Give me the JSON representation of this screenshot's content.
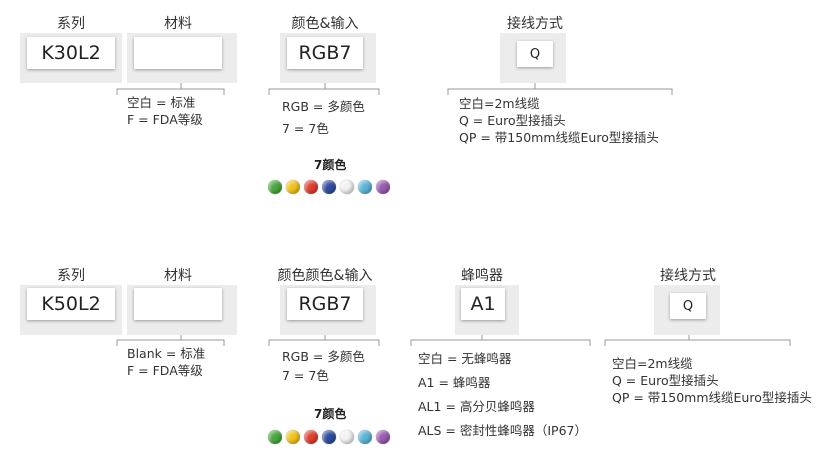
{
  "top": {
    "series": {
      "label": "系列",
      "value": "K30L2"
    },
    "material": {
      "label": "材料",
      "value": "",
      "options": [
        "空白 = 标准",
        "F = FDA等级"
      ]
    },
    "color": {
      "label": "颜色&输入",
      "value": "RGB7",
      "options": [
        "RGB = 多颜色",
        "7 = 7色"
      ]
    },
    "connection": {
      "label": "接线方式",
      "value": "Q",
      "options": [
        "空白=2m线缆",
        "Q = Euro型接插头",
        "QP = 带150mm线缆Euro型接插头"
      ]
    },
    "swatch": {
      "title": "7颜色",
      "colors": [
        "#4aa83f",
        "#f2c21b",
        "#e0402e",
        "#2f4ea1",
        "#f2f2f2",
        "#5ab6d8",
        "#9a5bb0"
      ]
    }
  },
  "bottom": {
    "series": {
      "label": "系列",
      "value": "K50L2"
    },
    "material": {
      "label": "材料",
      "value": "",
      "options": [
        "Blank = 标准",
        "F = FDA等级"
      ]
    },
    "color": {
      "label": "颜色颜色&输入",
      "value": "RGB7",
      "options": [
        "RGB = 多颜色",
        "7 = 7色"
      ]
    },
    "buzzer": {
      "label": "蜂鸣器",
      "value": "A1",
      "options": [
        "空白 = 无蜂鸣器",
        "A1 = 蜂鸣器",
        "AL1 = 高分贝蜂鸣器",
        "ALS = 密封性蜂鸣器（IP67）"
      ]
    },
    "connection": {
      "label": "接线方式",
      "value": "Q",
      "options": [
        "空白=2m线缆",
        "Q = Euro型接插头",
        "QP = 带150mm线缆Euro型接插头"
      ]
    },
    "swatch": {
      "title": "7颜色",
      "colors": [
        "#4aa83f",
        "#f2c21b",
        "#e0402e",
        "#2f4ea1",
        "#f2f2f2",
        "#5ab6d8",
        "#9a5bb0"
      ]
    }
  }
}
